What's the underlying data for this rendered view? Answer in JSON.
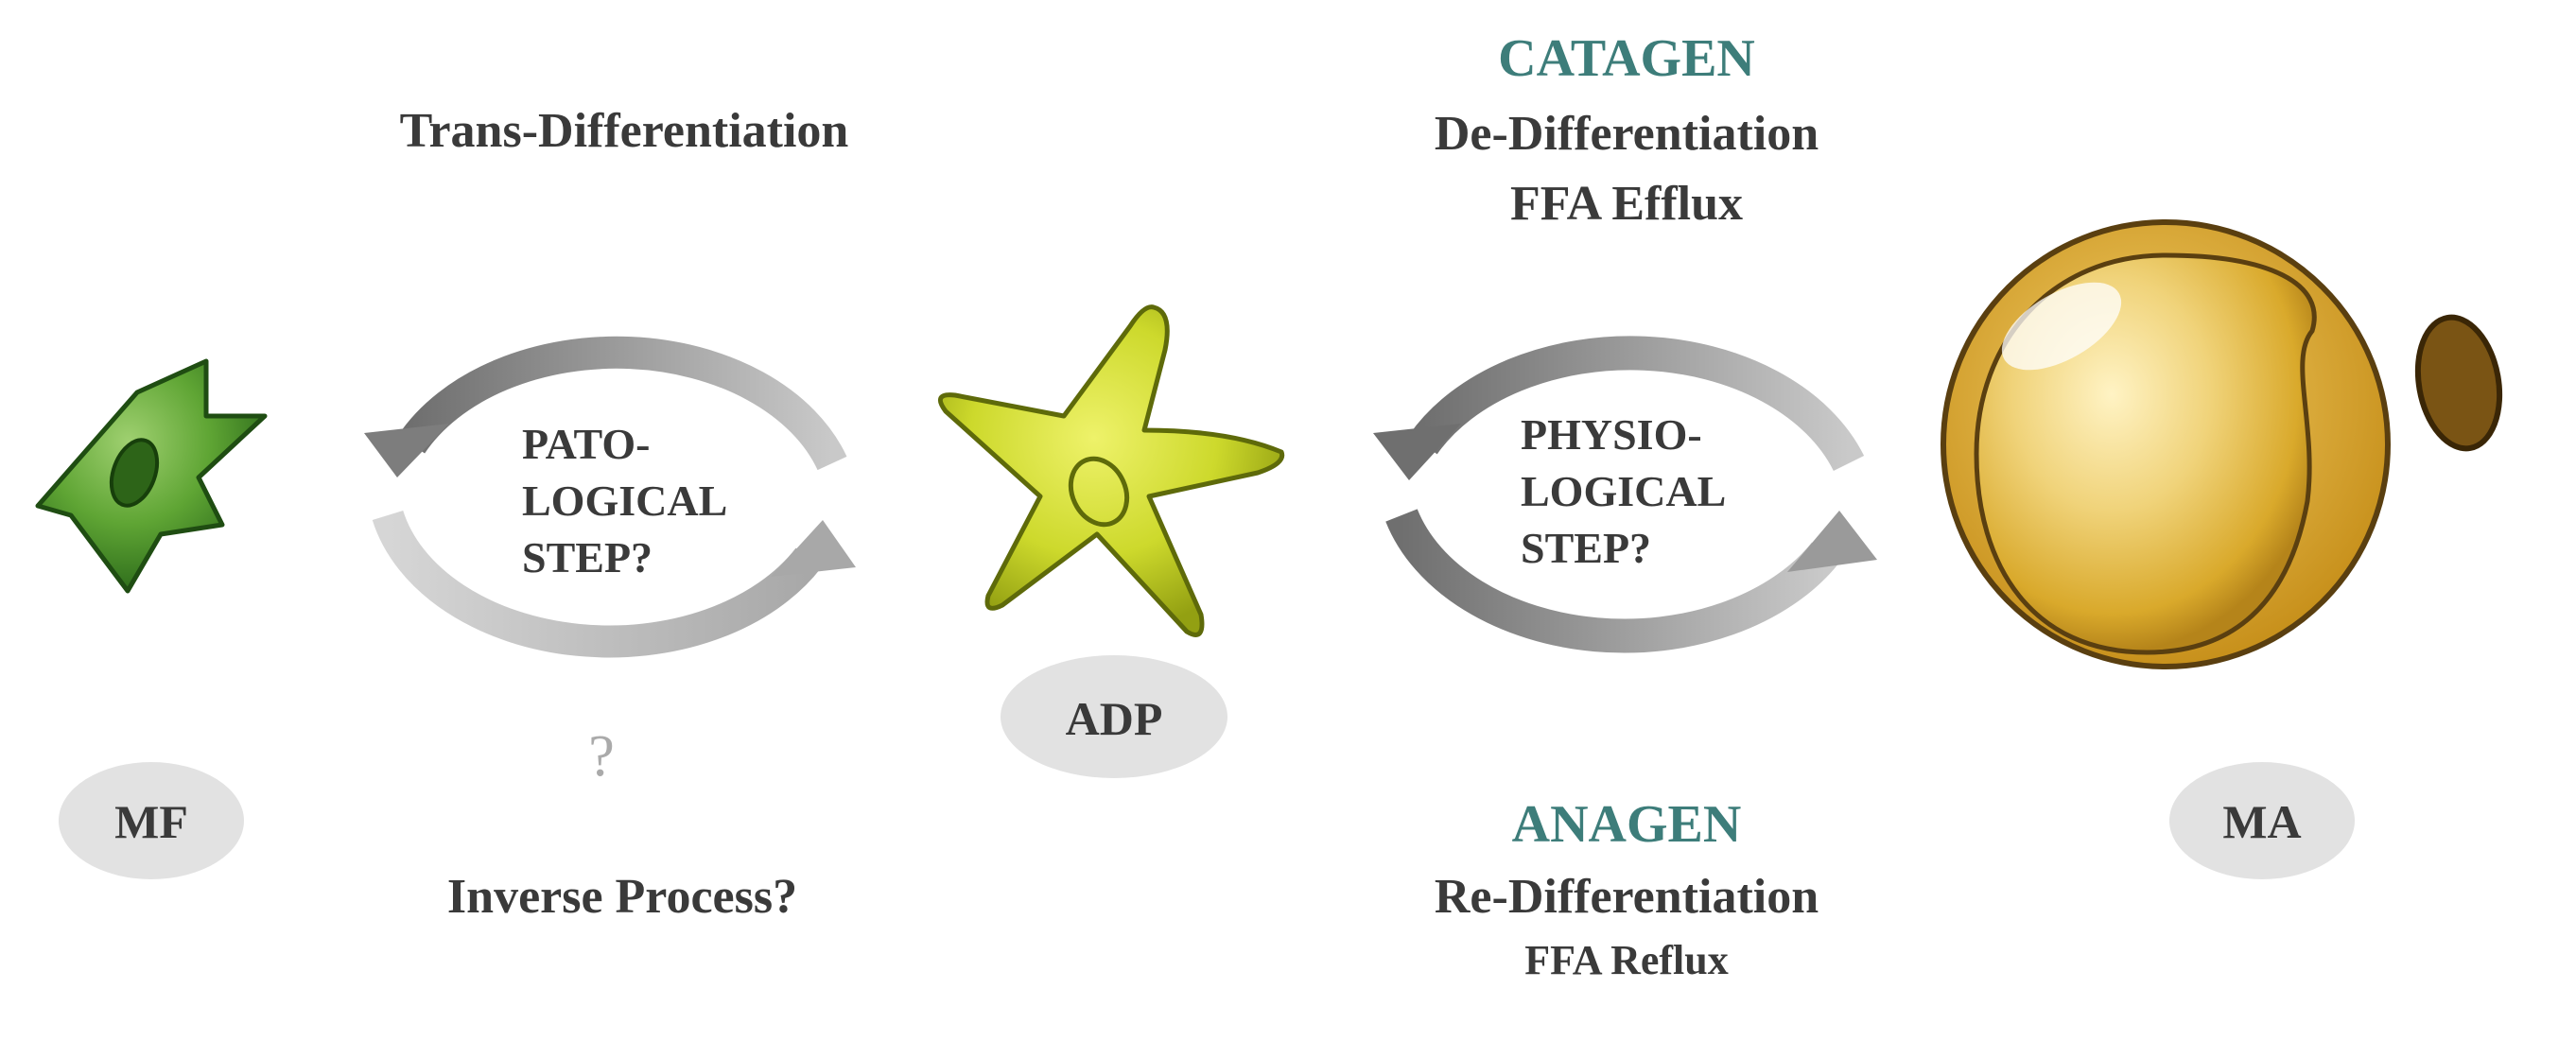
{
  "cells": {
    "mf": {
      "label": "MF"
    },
    "adp": {
      "label": "ADP"
    },
    "ma": {
      "label": "MA"
    }
  },
  "left_cycle": {
    "top_label": "Trans-Differentiation",
    "center_lines": [
      "PATO-",
      "LOGICAL",
      "STEP?"
    ],
    "question_mark": "?",
    "bottom_label": "Inverse Process?"
  },
  "right_cycle": {
    "phase_top": "CATAGEN",
    "top_line1": "De-Differentiation",
    "top_line2": "FFA Efflux",
    "center_lines": [
      "PHYSIO-",
      "LOGICAL",
      "STEP?"
    ],
    "phase_bottom": "ANAGEN",
    "bottom_line1": "Re-Differentiation",
    "bottom_line2": "FFA Reflux"
  },
  "colors": {
    "teal": "#3d7d7a",
    "text": "#3a3a3a",
    "mf_green": "#4f9a2e",
    "adp_yellow": "#c9d62a",
    "ma_gold": "#e2b83c",
    "badge_gray": "#e2e2e2",
    "arrow_gray": "#8a8a8a"
  }
}
